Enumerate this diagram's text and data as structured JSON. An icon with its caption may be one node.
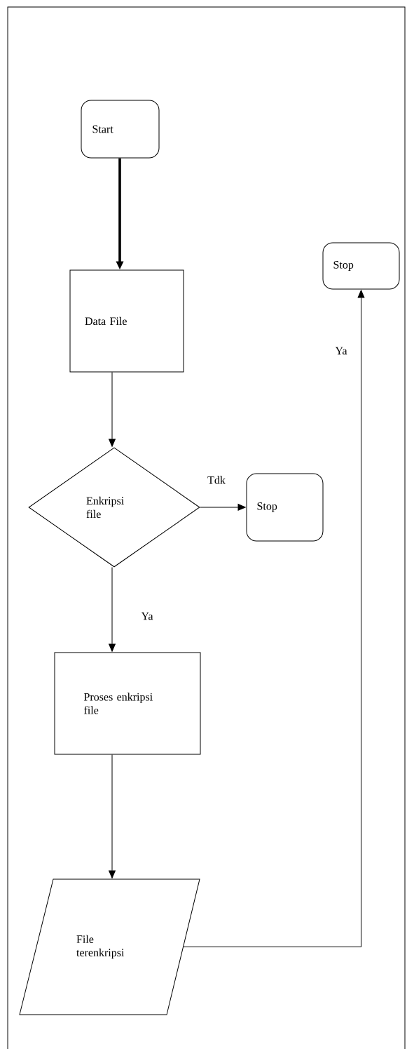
{
  "diagram": {
    "nodes": [
      {
        "text": [
          "Start"
        ]
      },
      {
        "text": [
          "Data File"
        ]
      },
      {
        "text": [
          "Enkripsi file"
        ]
      },
      {
        "text": [
          "Stop"
        ]
      },
      {
        "text": [
          "Proses enkripsi file"
        ]
      },
      {
        "text": [
          "File terenkripsi"
        ]
      },
      {
        "text": [
          "Stop"
        ]
      }
    ],
    "edges": [
      {
        "from": 0,
        "to": 1,
        "arrow": "to",
        "style": "thick"
      },
      {
        "from": 1,
        "to": 2,
        "arrow": "to"
      },
      {
        "from": 2,
        "to": 3,
        "arrow": "to",
        "label": "Tdk"
      },
      {
        "from": 2,
        "to": 4,
        "arrow": "to",
        "label": "Ya"
      },
      {
        "from": 4,
        "to": 5,
        "arrow": "to"
      },
      {
        "from": 5,
        "to": 6,
        "arrow": "to",
        "label": "Ya"
      }
    ]
  }
}
